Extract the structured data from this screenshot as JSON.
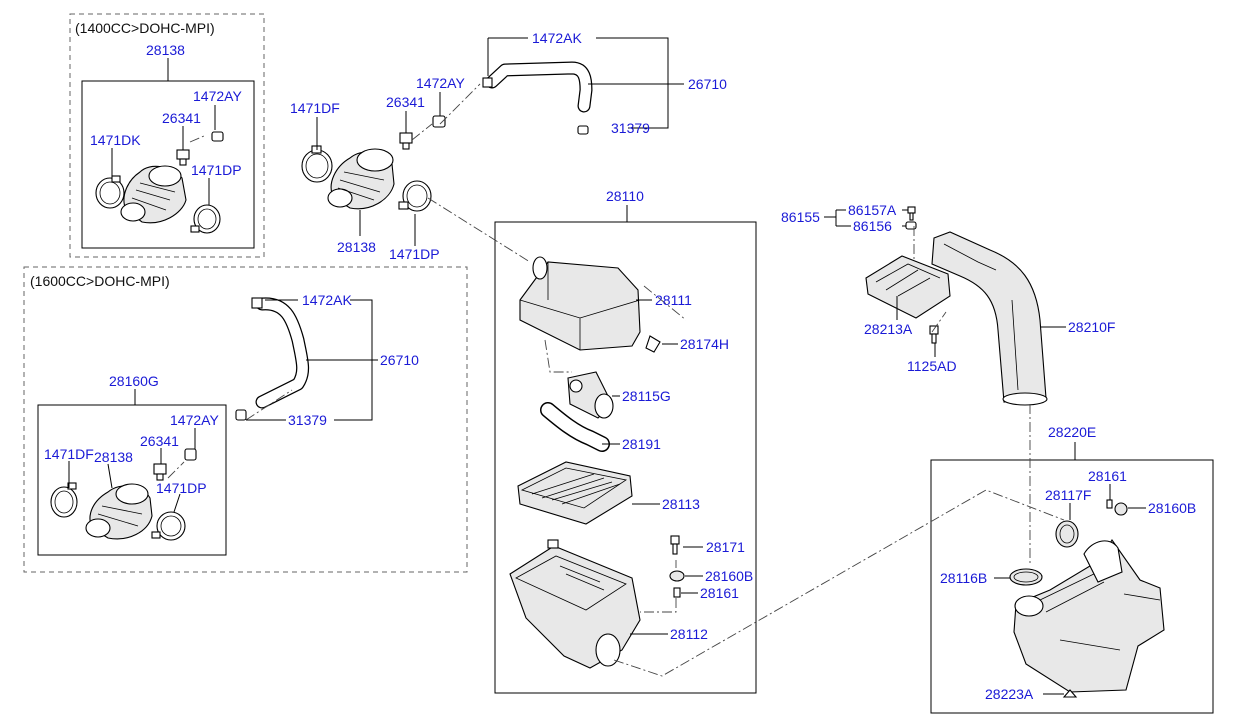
{
  "section_1400": {
    "title": "(1400CC>DOHC-MPI)"
  },
  "section_1600": {
    "title": "(1600CC>DOHC-MPI)"
  },
  "labels": {
    "l_28138_top": "28138",
    "l_1472AY_a": "1472AY",
    "l_26341_a": "26341",
    "l_1471DK": "1471DK",
    "l_1471DP_a": "1471DP",
    "l_1471DF_a": "1471DF",
    "l_26341_b": "26341",
    "l_1472AY_b": "1472AY",
    "l_1472AK_a": "1472AK",
    "l_26710_a": "26710",
    "l_31379_a": "31379",
    "l_28138_mid": "28138",
    "l_1471DP_b": "1471DP",
    "l_28110": "28110",
    "l_28111": "28111",
    "l_28174H": "28174H",
    "l_28115G": "28115G",
    "l_28191": "28191",
    "l_28113": "28113",
    "l_28171": "28171",
    "l_28160B_a": "28160B",
    "l_28161_a": "28161",
    "l_28112": "28112",
    "l_86155": "86155",
    "l_86157A": "86157A",
    "l_86156": "86156",
    "l_28213A": "28213A",
    "l_1125AD": "1125AD",
    "l_28210F": "28210F",
    "l_28220E": "28220E",
    "l_28161_b": "28161",
    "l_28117F": "28117F",
    "l_28160B_b": "28160B",
    "l_28116B": "28116B",
    "l_28223A": "28223A",
    "l_1472AK_b": "1472AK",
    "l_26710_b": "26710",
    "l_31379_b": "31379",
    "l_28160G": "28160G",
    "l_1472AY_c": "1472AY",
    "l_26341_c": "26341",
    "l_1471DF_b": "1471DF",
    "l_28138_low": "28138",
    "l_1471DP_c": "1471DP"
  }
}
